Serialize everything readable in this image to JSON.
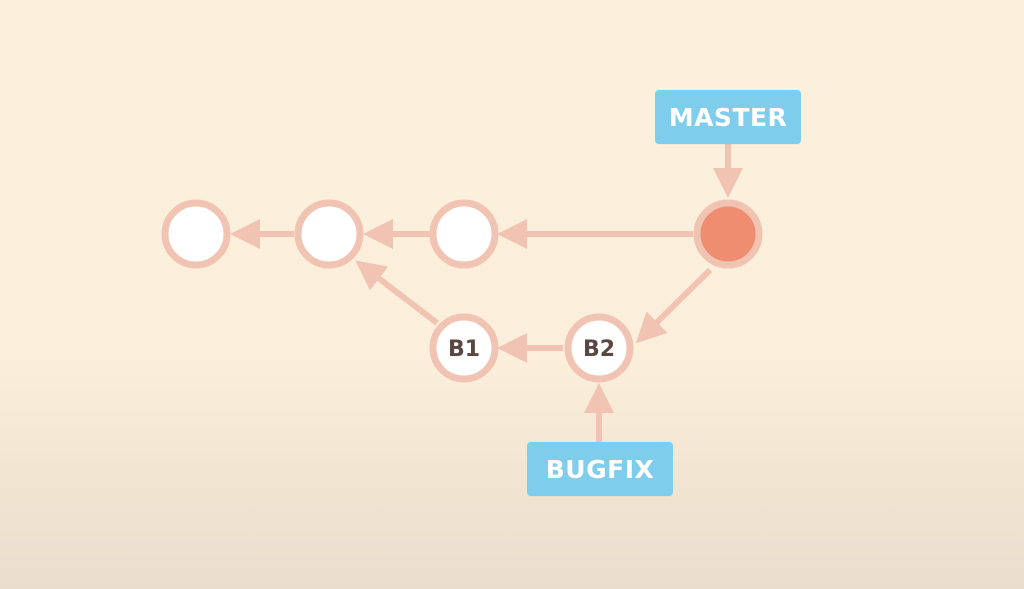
{
  "branches": {
    "master": {
      "label": "MASTER"
    },
    "bugfix": {
      "label": "BUGFIX"
    }
  },
  "commits": {
    "b1": {
      "label": "B1"
    },
    "b2": {
      "label": "B2"
    }
  },
  "colors": {
    "background": "#fbf0dc",
    "edge": "#f1c3b3",
    "node_fill": "#ffffff",
    "head_fill": "#ef8d70",
    "label_bg": "#7fcdec",
    "label_text": "#ffffff",
    "commit_text": "#5b4742"
  }
}
